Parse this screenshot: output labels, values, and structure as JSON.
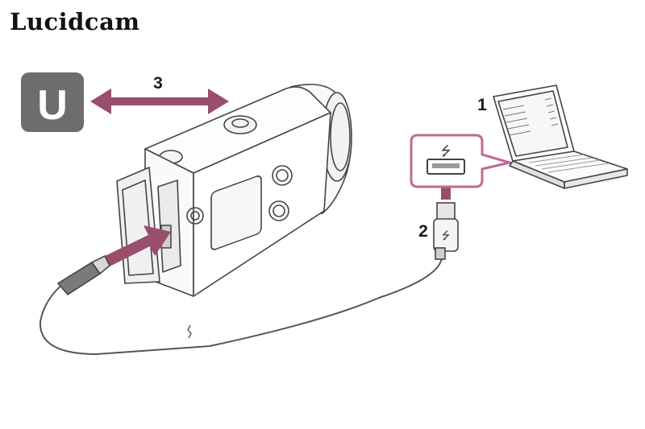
{
  "brand": {
    "logo_text": "Lucidcam"
  },
  "diagram": {
    "badge_letter": "U",
    "steps": [
      {
        "number": "1",
        "points_to": "laptop"
      },
      {
        "number": "2",
        "points_to": "usb-plug"
      },
      {
        "number": "3",
        "points_to": "double-arrow"
      }
    ],
    "icons": {
      "usb": "usb-icon",
      "camera": "action-camera",
      "computer": "laptop-icon"
    },
    "colors": {
      "arrow": "#9b4d6e",
      "callout_border": "#c06a93",
      "badge_bg": "#6d6d6d",
      "line_art": "#444444"
    }
  }
}
